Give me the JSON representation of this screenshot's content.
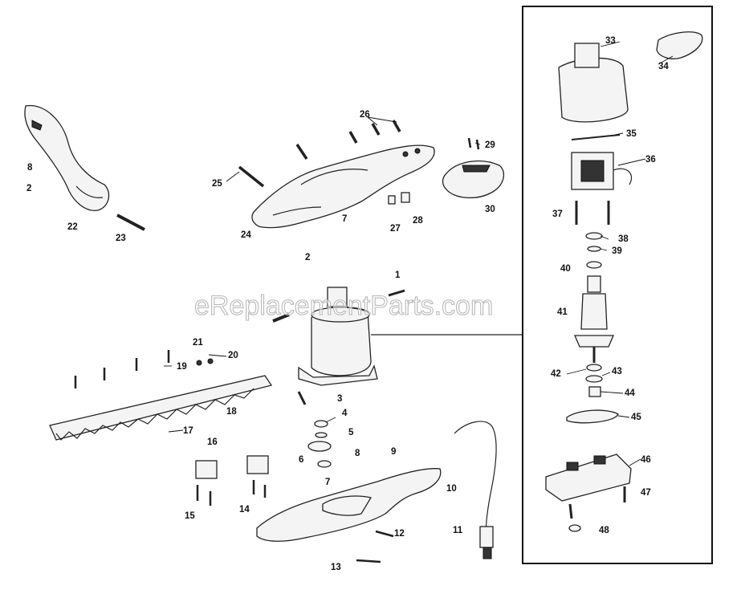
{
  "watermark": "eReplacementParts.com",
  "labels": [
    "1",
    "2",
    "2",
    "3",
    "4",
    "5",
    "6",
    "7",
    "7",
    "8",
    "9",
    "10",
    "11",
    "12",
    "13",
    "14",
    "15",
    "16",
    "17",
    "18",
    "19",
    "20",
    "21",
    "22",
    "23",
    "24",
    "25",
    "26",
    "27",
    "28",
    "29",
    "30",
    "33",
    "34",
    "35",
    "36",
    "37",
    "38",
    "39",
    "40",
    "41",
    "42",
    "43",
    "44",
    "45",
    "46",
    "47",
    "48",
    "8"
  ]
}
